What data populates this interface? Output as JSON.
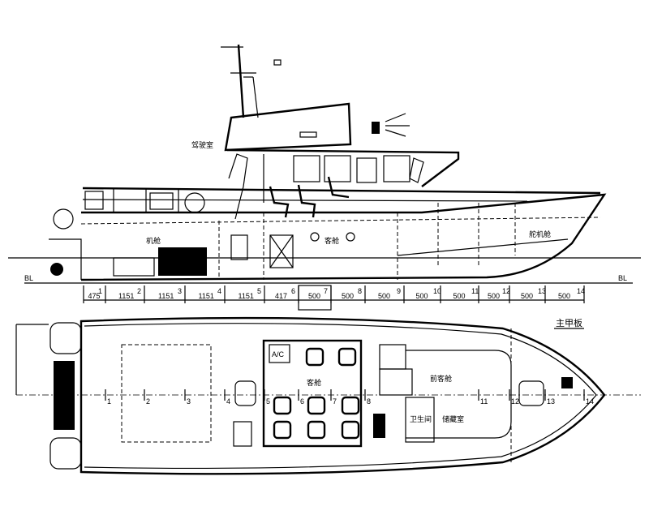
{
  "drawing": {
    "baseline_label": "BL",
    "main_deck_label": "主甲板",
    "ac_label": "A/C",
    "profile_labels": [
      "驾驶室",
      "客舱",
      "机舱",
      "舵机舱"
    ],
    "station_numbers": [
      "1",
      "2",
      "3",
      "4",
      "5",
      "6",
      "7",
      "8",
      "9",
      "10",
      "11",
      "12",
      "13",
      "14"
    ],
    "spacing_labels": [
      "475",
      "1151",
      "1151",
      "1151",
      "1151",
      "417",
      "500",
      "500",
      "500",
      "500",
      "500",
      "500",
      "500",
      "500"
    ],
    "plan_station_labels": [
      "1",
      "2",
      "3",
      "4",
      "5",
      "6",
      "7",
      "8",
      "11",
      "12",
      "13",
      "14"
    ],
    "plan_room_labels": [
      "客舱",
      "前客舱",
      "卫生间",
      "储藏室"
    ]
  }
}
